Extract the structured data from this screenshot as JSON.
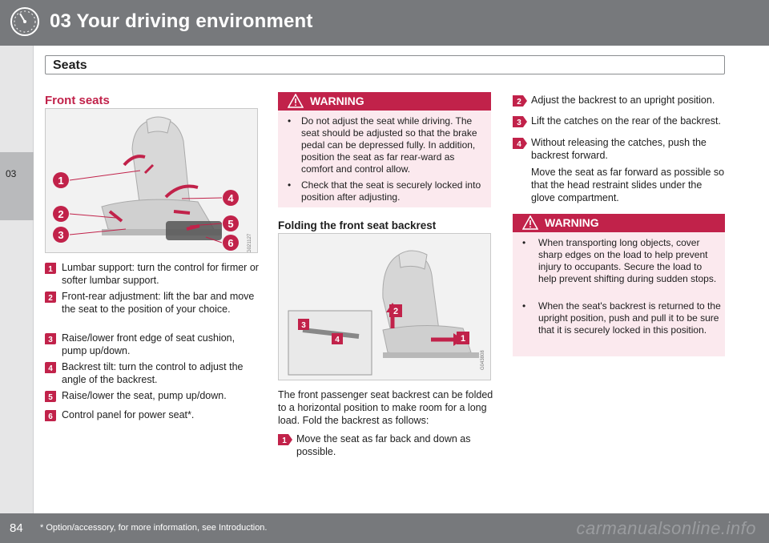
{
  "header": {
    "chapter_title": "03 Your driving environment",
    "section_title": "Seats"
  },
  "side_tab": {
    "chapter_number": "03"
  },
  "footer": {
    "page_number": "84",
    "footnote": "* Option/accessory, for more information, see Introduction.",
    "watermark": "carmanualsonline.info"
  },
  "front_seats": {
    "heading": "Front seats",
    "figure_code": "G021127",
    "callouts": [
      "1",
      "2",
      "3",
      "4",
      "5",
      "6"
    ],
    "items": [
      {
        "num": "1",
        "text": "Lumbar support: turn the control for firmer or softer lumbar support."
      },
      {
        "num": "2",
        "text": "Front-rear adjustment: lift the bar and move the seat to the position of your choice."
      },
      {
        "num": "3",
        "text": "Raise/lower front edge of seat cushion, pump up/down."
      },
      {
        "num": "4",
        "text": "Backrest tilt: turn the control to adjust the angle of the backrest."
      },
      {
        "num": "5",
        "text": "Raise/lower the seat, pump up/down."
      },
      {
        "num": "6",
        "text": "Control panel for power seat*."
      }
    ]
  },
  "warning1": {
    "title": "WARNING",
    "bullets": [
      "Do not adjust the seat while driving. The seat should be adjusted so that the brake pedal can be depressed fully. In addition, position the seat as far rear-ward as comfort and control allow.",
      "Check that the seat is securely locked into position after adjusting."
    ]
  },
  "folding": {
    "heading": "Folding the front seat backrest",
    "figure_code": "G043808",
    "callouts": [
      "2",
      "1",
      "3",
      "4"
    ],
    "intro": "The front passenger seat backrest can be folded to a horizontal position to make room for a long load. Fold the backrest as follows:",
    "steps": [
      {
        "num": "1",
        "text": "Move the seat as far back and down as possible."
      },
      {
        "num": "2",
        "text": "Adjust the backrest to an upright position."
      },
      {
        "num": "3",
        "text": "Lift the catches on the rear of the backrest."
      },
      {
        "num": "4",
        "text": "Without releasing the catches, push the backrest forward."
      }
    ],
    "after_text": "Move the seat as far forward as possible so that the head restraint slides under the glove compartment."
  },
  "warning2": {
    "title": "WARNING",
    "bullets": [
      "When transporting long objects, cover sharp edges on the load to help prevent injury to occupants. Secure the load to help prevent shifting during sudden stops.",
      "When the seat's backrest is returned to the upright position, push and pull it to be sure that it is securely locked in this position."
    ]
  },
  "colors": {
    "accent": "#c1224a",
    "header_gray": "#77797c",
    "warning_bg": "#fbe9ee"
  }
}
